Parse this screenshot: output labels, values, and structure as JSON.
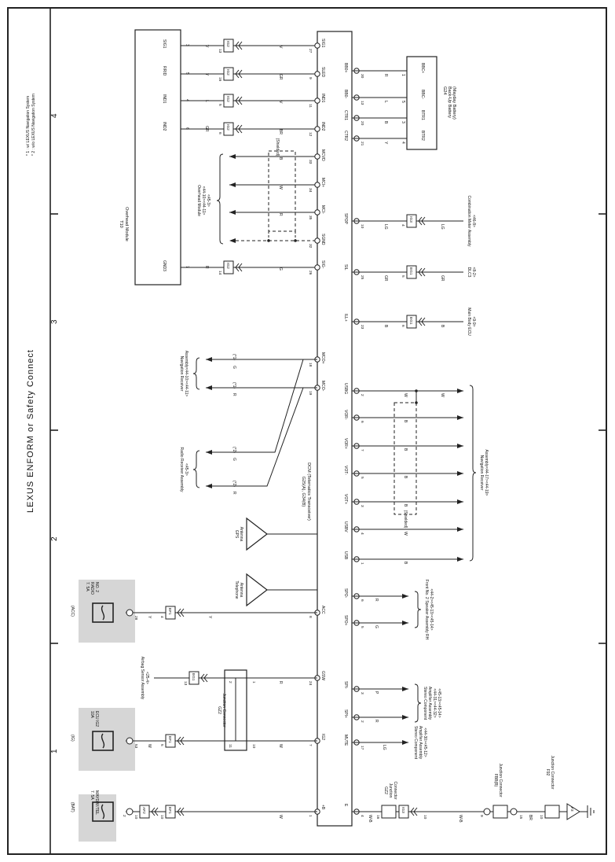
{
  "page": {
    "title": "LEXUS ENFORM or Safety Connect",
    "footnote_1": "* 1 : w/ LEXUS Navigation System",
    "footnote_2": "* 2 : w/o LEXUS Navigation System",
    "column_markers": [
      "1",
      "2",
      "3",
      "4"
    ]
  },
  "components": {
    "dcm": {
      "id": "G25(A), G34(B)",
      "name": "DCM (Telematics Transceiver)"
    },
    "overhead_module": {
      "id": "T10",
      "name": "Overhead Module"
    },
    "overhead_module_ref": {
      "name": "Overhead Module",
      "ref": "<44-10><44-11>",
      "ref2": "<45-3>"
    },
    "backup_battery": {
      "id": "G24",
      "name": "Back-Up Battery",
      "sub": "(Mayday Battery)"
    },
    "telephone_antenna": {
      "name": "Telephone",
      "name2": "Antenna"
    },
    "gps_antenna": {
      "name": "GPS",
      "name2": "Antenna"
    },
    "junction_gz2": {
      "id": "GZ2",
      "name": "Junction Connector"
    },
    "junction_gz2_bottom": {
      "id": "GZ2",
      "name": "Junction",
      "name2": "Connector"
    },
    "junction_fbb": {
      "id": "FBB(B)",
      "name": "Junction Connector"
    },
    "junction_f92": {
      "id": "F92",
      "name": "Junction Connector"
    },
    "ground": {
      "id": "F3"
    }
  },
  "fuses": [
    {
      "source": "(BAT)",
      "rating": "7. 5A",
      "name": "MAYDAY/TEL"
    },
    {
      "source": "(IG)",
      "rating": "10A",
      "name": "ECU IG2"
    },
    {
      "source": "(ACC)",
      "rating": "7. 5A",
      "name": "RADIO",
      "name2": "NO. 2"
    }
  ],
  "dcm_top_pins": [
    {
      "pin": "27",
      "label": "SIG1",
      "wire": "V"
    },
    {
      "pin": "9",
      "label": "SLED",
      "wire": "GR"
    },
    {
      "pin": "11",
      "label": "IND1",
      "wire": "V"
    },
    {
      "pin": "12",
      "label": "IND2",
      "wire": "BR"
    },
    {
      "pin": "33",
      "label": "MCVD",
      "wire": "B"
    },
    {
      "pin": "34",
      "label": "MCI+",
      "wire": "W"
    },
    {
      "pin": "35",
      "label": "MCI-",
      "wire": "R"
    },
    {
      "pin": "32",
      "label": "SGND",
      "wire": ""
    },
    {
      "pin": "26",
      "label": "SIG-",
      "wire": "G"
    },
    {
      "pin": "18",
      "label": "MCO+",
      "wire": "G"
    },
    {
      "pin": "19",
      "label": "MCO-",
      "wire": "R"
    },
    {
      "pin": "8",
      "label": "ACC",
      "wire": "Y"
    },
    {
      "pin": "24",
      "label": "GSW",
      "wire": "R"
    },
    {
      "pin": "7",
      "label": "IG2",
      "wire": "W"
    },
    {
      "pin": "1",
      "label": "+B",
      "wire": "W"
    }
  ],
  "dcm_bottom_pins": [
    {
      "pin": "30",
      "label": "BB0+",
      "wire": "R"
    },
    {
      "pin": "13",
      "label": "BB0-",
      "wire": "L"
    },
    {
      "pin": "20",
      "label": "CTR1",
      "wire": "B"
    },
    {
      "pin": "21",
      "label": "CTR2",
      "wire": "Y"
    },
    {
      "pin": "10",
      "label": "SPOP",
      "wire": "LG"
    },
    {
      "pin": "25",
      "label": "SIL",
      "wire": "GR"
    },
    {
      "pin": "23",
      "label": "ILL+",
      "wire": "B"
    },
    {
      "pin": "2",
      "label": "USBG",
      "wire": "W"
    },
    {
      "pin": "6",
      "label": "VOR-",
      "wire": "B"
    },
    {
      "pin": "7",
      "label": "VOR+",
      "wire": "B"
    },
    {
      "pin": "5",
      "label": "VOT-",
      "wire": "B"
    },
    {
      "pin": "3",
      "label": "VOT+",
      "wire": "B"
    },
    {
      "pin": "4",
      "label": "USBV",
      "wire": "W"
    },
    {
      "pin": "1",
      "label": "USB",
      "wire": "B"
    },
    {
      "pin": "6",
      "label": "SPO-",
      "wire": "R"
    },
    {
      "pin": "5",
      "label": "SPO+",
      "wire": "G"
    },
    {
      "pin": "3",
      "label": "SPI-",
      "wire": "P"
    },
    {
      "pin": "2",
      "label": "SPI+",
      "wire": "R"
    },
    {
      "pin": "17",
      "label": "MUTE",
      "wire": "LG"
    },
    {
      "pin": "4",
      "label": "E",
      "wire": "W-B"
    }
  ],
  "overhead_pins": [
    {
      "pin": "3",
      "label": "SIG1",
      "wire": "V",
      "conn_pin": "13",
      "conn": "IG2"
    },
    {
      "pin": "5",
      "label": "RRID",
      "wire": "Y",
      "conn_pin": "16",
      "conn": "IG2"
    },
    {
      "pin": "4",
      "label": "IND1",
      "wire": "L",
      "conn_pin": "5",
      "conn": "IG2"
    },
    {
      "pin": "6",
      "label": "IND2",
      "wire": "GR",
      "conn_pin": "6",
      "conn": "IG2"
    },
    {
      "pin": "7",
      "label": "GND3",
      "wire": "R",
      "conn_pin": "14",
      "conn": "IG2"
    }
  ],
  "battery_pins": [
    {
      "pin": "1",
      "label": "BBC+"
    },
    {
      "pin": "5",
      "label": "BBC-"
    },
    {
      "pin": "3",
      "label": "BTR1"
    },
    {
      "pin": "4",
      "label": "BTR2"
    }
  ],
  "connectors": {
    "spop": {
      "conn": "IG3",
      "pin": "4",
      "wire": "LG"
    },
    "sil": {
      "conn": "EG1",
      "pin": "5",
      "wire": "GR"
    },
    "ill": {
      "conn": "EG1",
      "pin": "6",
      "wire": "B"
    },
    "acc_fuse": {
      "conn": "EF1",
      "pin": "4",
      "fuse_pin": "28"
    },
    "gsw": {
      "conn": "EG1",
      "pin": "13"
    },
    "ig_fuse": {
      "conn": "EF1",
      "pin": "5",
      "fuse_pin": "53"
    },
    "bat_fuse": {
      "conn": "AF2",
      "pin": "10",
      "fuse_pin": "2",
      "conn2": "EF1",
      "pin2": "10"
    },
    "ground_conn": {
      "conn": "IG3",
      "pin": "10"
    },
    "gz2_pins": [
      "2",
      "1",
      "11",
      "10"
    ],
    "gz2b_pins": [
      "16",
      "20"
    ],
    "fbb_pins": [
      "9",
      "15"
    ],
    "f92_pin": "10"
  },
  "destinations": [
    {
      "name": "Combination Meter Assembly",
      "ref": "<46-8>"
    },
    {
      "name": "DLC3",
      "ref": "<8-2>"
    },
    {
      "name": "Main Body ECU",
      "ref": "<9-9>"
    },
    {
      "name": "Navigation Receiver",
      "name2": "Assembly<44-17><44-19>"
    },
    {
      "name": "Front No. 2 Speaker Assembly RH",
      "ref": "<44-2><45-13><45-14>"
    },
    {
      "name": "Stereo Component",
      "name2": "Amplifier Assembly",
      "ref": "<44-31><44-32>",
      "ref2": "<45-13><45-14>"
    },
    {
      "name": "Stereo Component",
      "name2": "Amplifier Assembly",
      "ref": "<44-30><45-12>"
    },
    {
      "name": "Navigation Receiver",
      "name2": "Assembly<44-10><44-11>"
    },
    {
      "name": "Radio Receiver Assembly",
      "ref": "<45-3>"
    },
    {
      "name": "Airbag Sensor Assembly",
      "ref": "<25-4>"
    }
  ],
  "annotations": {
    "shielded": "(Shielded)",
    "nav_mark": "(*1)",
    "nonav_mark": "(*2)"
  }
}
